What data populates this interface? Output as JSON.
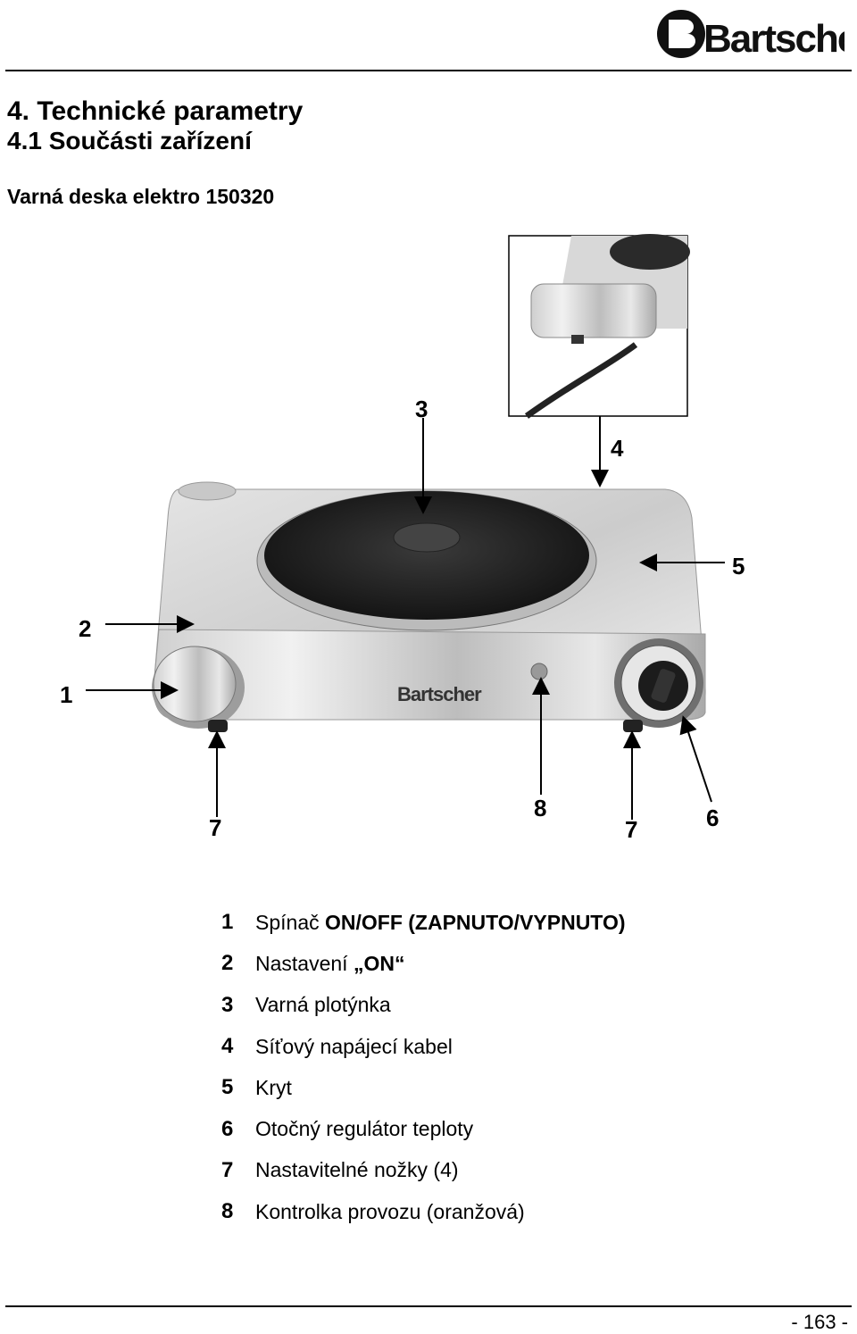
{
  "header": {
    "logo_text": "Bartscher"
  },
  "section": {
    "title": "4. Technické parametry",
    "subtitle": "4.1 Součásti zařízení",
    "product": "Varná deska elektro 150320"
  },
  "figure": {
    "callouts": [
      "3",
      "4",
      "5",
      "2",
      "1",
      "7",
      "8",
      "7",
      "6"
    ],
    "device_logo": "Bartscher"
  },
  "legend": [
    {
      "num": "1",
      "text": "Spínač ",
      "bold": "ON/OFF (ZAPNUTO/VYPNUTO)",
      "after": ""
    },
    {
      "num": "2",
      "text": "Nastavení ",
      "bold": "„ON“",
      "after": ""
    },
    {
      "num": "3",
      "text": "Varná plotýnka",
      "bold": "",
      "after": ""
    },
    {
      "num": "4",
      "text": "Síťový napájecí kabel",
      "bold": "",
      "after": ""
    },
    {
      "num": "5",
      "text": "Kryt",
      "bold": "",
      "after": ""
    },
    {
      "num": "6",
      "text": "Otočný regulátor teploty",
      "bold": "",
      "after": ""
    },
    {
      "num": "7",
      "text": "Nastavitelné nožky (4)",
      "bold": "",
      "after": ""
    },
    {
      "num": "8",
      "text": "Kontrolka provozu (oranžová)",
      "bold": "",
      "after": ""
    }
  ],
  "footer": {
    "page_number": "- 163 -"
  }
}
